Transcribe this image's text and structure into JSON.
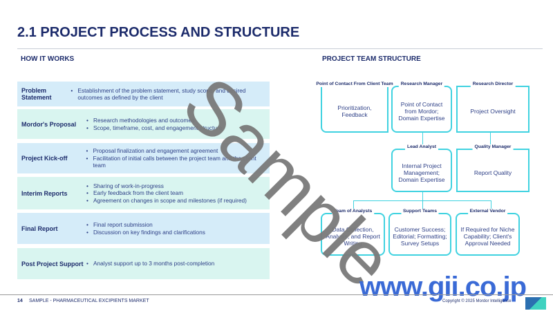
{
  "title": "2.1 PROJECT PROCESS AND STRUCTURE",
  "left_header": "HOW IT WORKS",
  "right_header": "PROJECT TEAM STRUCTURE",
  "steps": [
    {
      "label": "Problem Statement",
      "bullets": [
        "Establishment of the problem statement, study scope, and desired outcomes as defined by the client"
      ]
    },
    {
      "label": "Mordor's Proposal",
      "bullets": [
        "Research methodologies and outcomes",
        "Scope, timeframe, cost, and engagement structure"
      ]
    },
    {
      "label": "Project Kick-off",
      "bullets": [
        "Proposal finalization and engagement agreement",
        "Facilitation of initial calls between the project team and the client team"
      ]
    },
    {
      "label": "Interim Reports",
      "bullets": [
        "Sharing of work-in-progress",
        "Early feedback from the client team",
        "Agreement on changes in scope and milestones (if required)"
      ]
    },
    {
      "label": "Final Report",
      "bullets": [
        "Final report submission",
        "Discussion on key findings and clarifications"
      ]
    },
    {
      "label": "Post Project Support",
      "bullets": [
        "Analyst support up to 3 months post-completion"
      ]
    }
  ],
  "team": [
    {
      "title": "Point of Contact From Client Team",
      "desc": "Prioritization, Feedback"
    },
    {
      "title": "Research Manager",
      "desc": "Point of Contact from Mordor; Domain Expertise"
    },
    {
      "title": "Research Director",
      "desc": "Project Oversight"
    },
    {
      "title": "Lead Analyst",
      "desc": "Internal Project Management; Domain Expertise"
    },
    {
      "title": "Quality Manager",
      "desc": "Report Quality"
    },
    {
      "title": "Team of Analysts",
      "desc": "Data Collection, Analysis, and Report Writing"
    },
    {
      "title": "Support Teams",
      "desc": "Customer Success; Editorial; Formatting; Survey Setups"
    },
    {
      "title": "External Vendor",
      "desc": "If Required for Niche Capability; Client's Approval Needed"
    }
  ],
  "footer": {
    "page": "14",
    "text": "SAMPLE - PHARMACEUTICAL EXCIPIENTS MARKET",
    "copyright": "Copyright © 2025 Mordor Intelligence"
  },
  "watermark": "Sample",
  "site": "www.gii.co.jp"
}
